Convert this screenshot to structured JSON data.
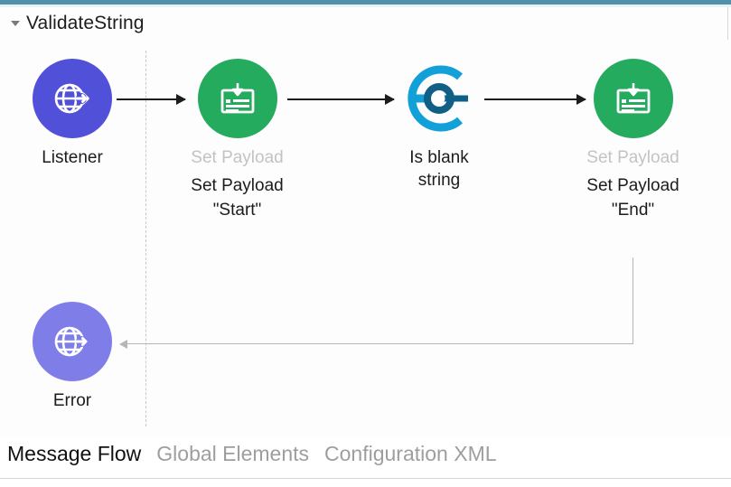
{
  "window": {
    "accent_color": "#4f90ad",
    "canvas_background": "#fdfdfd"
  },
  "flow": {
    "title": "ValidateString",
    "collapse_icon": "triangle-down-icon"
  },
  "nodes": [
    {
      "id": "listener",
      "icon": "globe-arrow-icon",
      "circle_color": "#5150d9",
      "label_dim": "",
      "label_main": "Listener",
      "label_sub": ""
    },
    {
      "id": "set-payload-start",
      "icon": "set-payload-icon",
      "circle_color": "#24ab5d",
      "label_dim": "Set Payload",
      "label_main": "Set Payload",
      "label_sub": "\"Start\""
    },
    {
      "id": "is-blank-string",
      "icon": "choice-router-icon",
      "circle_color": "#1a9fd0",
      "label_dim": "",
      "label_main": "Is blank",
      "label_sub": "string"
    },
    {
      "id": "set-payload-end",
      "icon": "set-payload-icon",
      "circle_color": "#24ab5d",
      "label_dim": "Set Payload",
      "label_main": "Set Payload",
      "label_sub": "\"End\""
    },
    {
      "id": "error-handler",
      "icon": "globe-arrow-icon",
      "circle_color": "#7f7ee9",
      "label_dim": "",
      "label_main": "Error",
      "label_sub": ""
    }
  ],
  "connectors": {
    "arrow_color": "#1c1c1c",
    "return_path_color": "#b6b6b6",
    "separator_style": "dashed"
  },
  "tabs": [
    {
      "label": "Message Flow",
      "active": true
    },
    {
      "label": "Global Elements",
      "active": false
    },
    {
      "label": "Configuration XML",
      "active": false
    }
  ]
}
